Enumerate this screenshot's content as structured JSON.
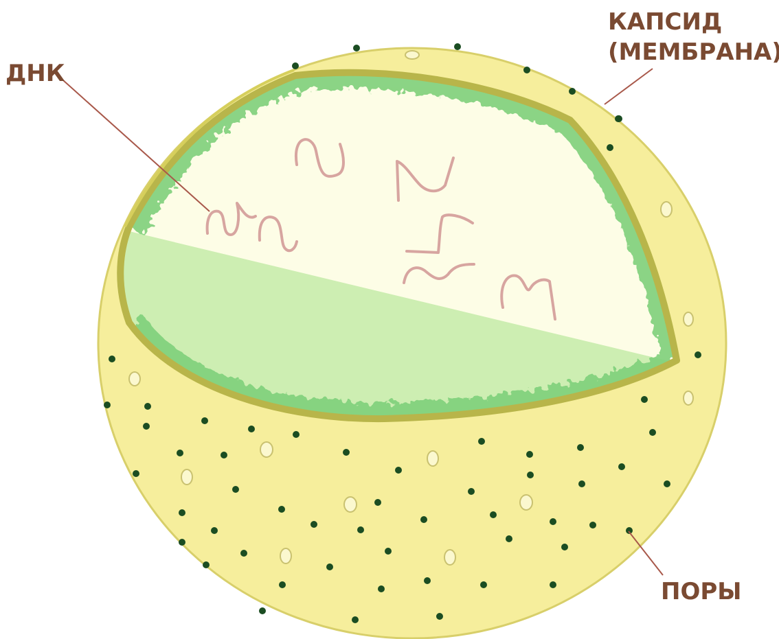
{
  "labels": {
    "dna": "ДНК",
    "capsid_line1": "КАПСИД",
    "capsid_line2": "(МЕМБРАНА)",
    "pores": "ПОРЫ"
  },
  "colors": {
    "capsid_fill": "#f6ee9c",
    "capsid_edge": "#d8cf6a",
    "rim": "#b8b54a",
    "inner_bright": "#fdfde6",
    "inner_green": "#cdeeb2",
    "speckle": "#7fd07a",
    "dna": "#d7a5a0",
    "pore": "#1b4d22",
    "label": "#7a4a32",
    "leader": "#a8584a"
  }
}
